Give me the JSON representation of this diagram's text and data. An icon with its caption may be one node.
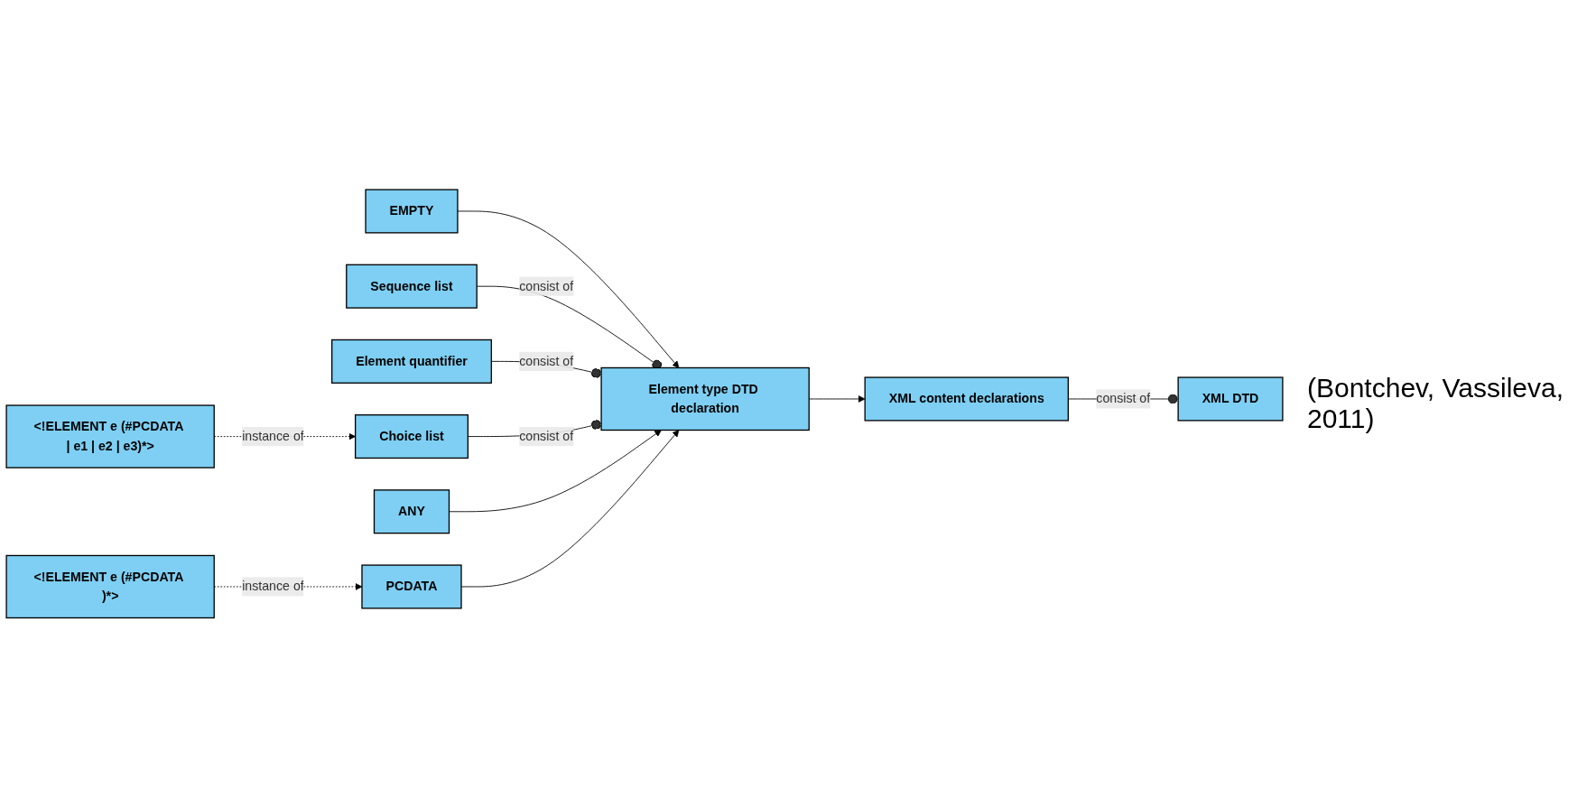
{
  "diagram": {
    "nodes": [
      {
        "text": [
          "EMPTY"
        ]
      },
      {
        "text": [
          "Sequence list"
        ]
      },
      {
        "text": [
          "Element quantifier"
        ]
      },
      {
        "text": [
          "Choice list"
        ]
      },
      {
        "text": [
          "<!ELEMENT e (#PCDATA | e1 | e2 | e3)*>"
        ]
      },
      {
        "text": [
          "ANY"
        ]
      },
      {
        "text": [
          "Element type DTD declaration"
        ]
      },
      {
        "text": [
          "XML content declarations"
        ]
      },
      {
        "text": [
          "XML DTD"
        ]
      },
      {
        "text": [
          "PCDATA"
        ]
      },
      {
        "text": [
          "<!ELEMENT e (#PCDATA )*>"
        ]
      }
    ],
    "edges": [
      {
        "from": 0,
        "to": 6,
        "arrow": "to"
      },
      {
        "from": 1,
        "to": 6,
        "arrow": "other",
        "label": "consist of"
      },
      {
        "from": 2,
        "to": 6,
        "arrow": "other",
        "label": "consist of"
      },
      {
        "from": 3,
        "to": 6,
        "arrow": "other",
        "label": "consist of"
      },
      {
        "from": 4,
        "to": 3,
        "arrow": "to",
        "label": "instance of",
        "style": "dashed"
      },
      {
        "from": 5,
        "to": 6,
        "arrow": "to"
      },
      {
        "from": 9,
        "to": 6,
        "arrow": "to"
      },
      {
        "from": 6,
        "to": 7,
        "arrow": "to"
      },
      {
        "from": 7,
        "to": 8,
        "arrow": "other",
        "label": "consist of"
      },
      {
        "from": 10,
        "to": 9,
        "arrow": "to",
        "label": "instance of",
        "style": "dashed"
      }
    ],
    "labels": [
      "(Bontchev, Vassileva, 2011)"
    ]
  }
}
